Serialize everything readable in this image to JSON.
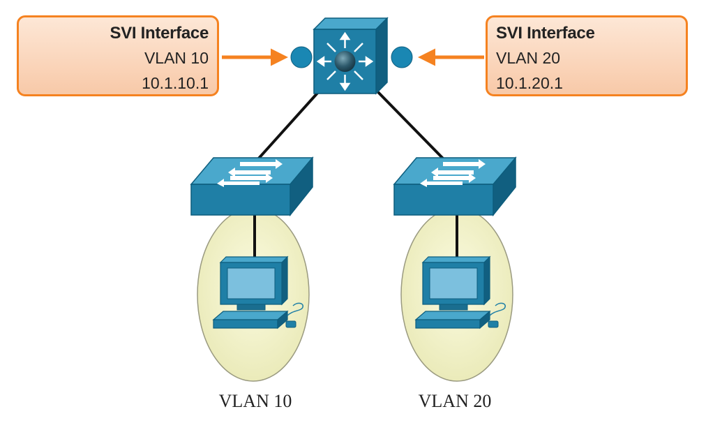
{
  "svi_left": {
    "title": "SVI Interface",
    "vlan": "VLAN 10",
    "ip": "10.1.10.1"
  },
  "svi_right": {
    "title": "SVI Interface",
    "vlan": "VLAN 20",
    "ip": "10.1.20.1"
  },
  "vlan_labels": {
    "left": "VLAN 10",
    "right": "VLAN 20"
  },
  "colors": {
    "accent_orange": "#f58220",
    "device_blue": "#1f7fa6",
    "port_blue": "#1a87b3",
    "vlan_ellipse": "#f3f3c6"
  },
  "icons": {
    "multilayer_switch": "multilayer-switch-icon",
    "access_switch": "workgroup-switch-icon",
    "pc": "pc-workstation-icon"
  }
}
